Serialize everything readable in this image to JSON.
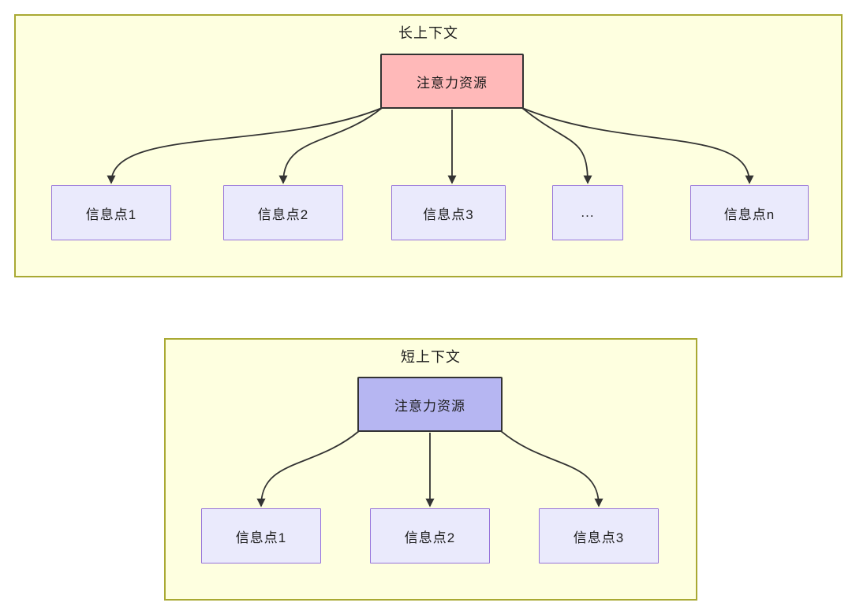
{
  "long": {
    "title": "长上下文",
    "root_label": "注意力资源",
    "children": [
      "信息点1",
      "信息点2",
      "信息点3",
      "...",
      "信息点n"
    ]
  },
  "short": {
    "title": "短上下文",
    "root_label": "注意力资源",
    "children": [
      "信息点1",
      "信息点2",
      "信息点3"
    ]
  },
  "colors": {
    "container_fill": "#feffe0",
    "container_border": "#a9a933",
    "long_root_fill": "#ffb9b9",
    "short_root_fill": "#b6b6f2",
    "node_border": "#333333",
    "child_fill": "#eaeafc",
    "child_border": "#9673db",
    "arrow": "#333333",
    "text": "#1c1c1c"
  }
}
